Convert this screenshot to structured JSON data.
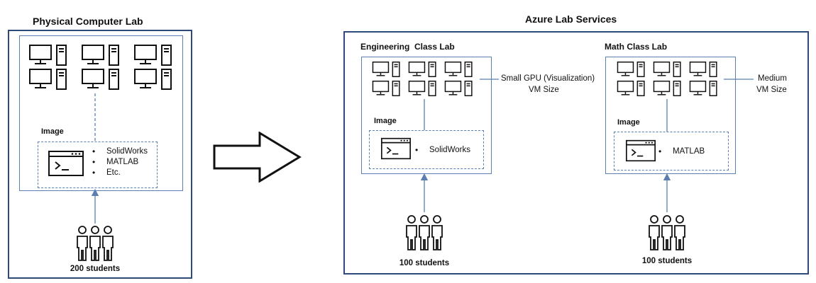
{
  "physical": {
    "title": "Physical Computer Lab",
    "image_label": "Image",
    "software": [
      "SolidWorks",
      "MATLAB",
      "Etc."
    ],
    "students": "200 students"
  },
  "azure": {
    "title": "Azure Lab Services",
    "labs": [
      {
        "title": "Engineering  Class Lab",
        "image_label": "Image",
        "software": [
          "SolidWorks"
        ],
        "vm_size_line1": "Small GPU (Visualization)",
        "vm_size_line2": "VM Size",
        "students": "100 students"
      },
      {
        "title": "Math Class Lab",
        "image_label": "Image",
        "software": [
          "MATLAB"
        ],
        "vm_size_line1": "Medium",
        "vm_size_line2": "VM Size",
        "students": "100 students"
      }
    ]
  },
  "colors": {
    "frame": "#2e4a7a",
    "connector": "#5b7fb0",
    "icon": "#111111"
  },
  "icons": [
    "computer-icon",
    "terminal-window-icon",
    "students-group-icon",
    "right-arrow-icon"
  ]
}
